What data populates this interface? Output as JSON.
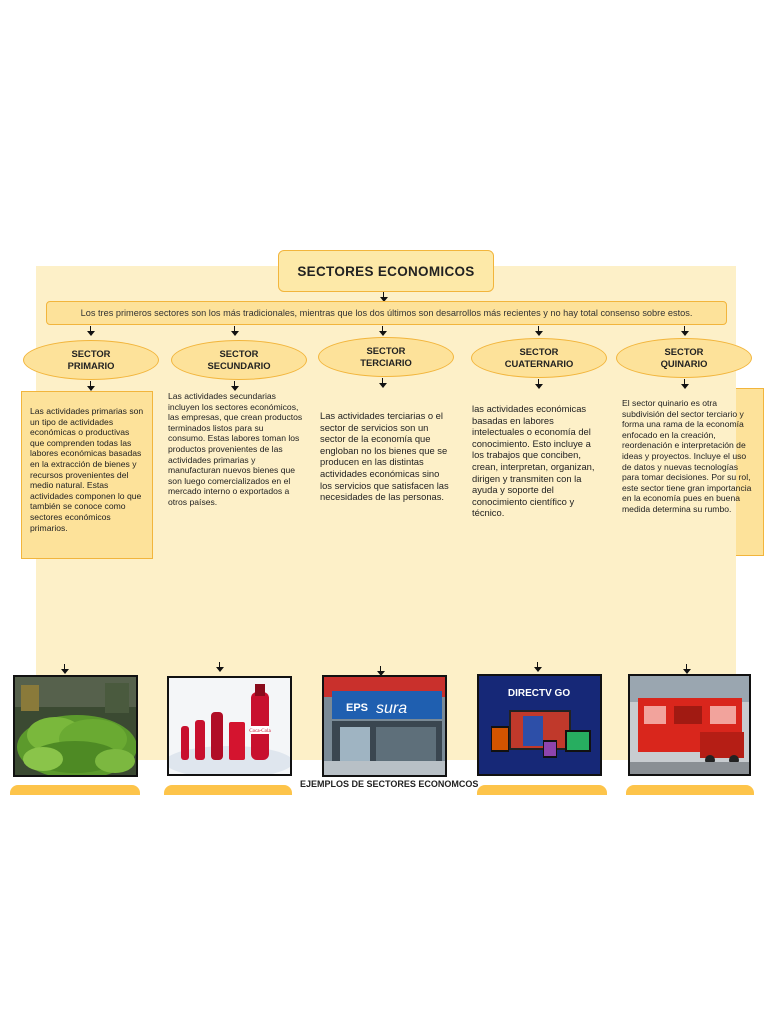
{
  "diagram": {
    "title": "SECTORES ECONOMICOS",
    "intro": "Los tres primeros sectores son los más tradicionales, mientras que los dos últimos son desarrollos más recientes y no hay total consenso sobre estos.",
    "sectors": [
      {
        "line1": "SECTOR",
        "line2": "PRIMARIO",
        "description": "Las actividades primarias son un tipo de actividades económicas o productivas que comprenden todas las labores económicas basadas en la extracción de bienes y recursos provenientes del medio natural. Estas actividades componen lo que también se conoce como sectores económicos primarios."
      },
      {
        "line1": "SECTOR",
        "line2": "SECUNDARIO",
        "description": "Las actividades secundarias incluyen los sectores económicos, las empresas, que crean productos terminados listos para su consumo. Estas labores toman los productos provenientes de las actividades primarias y manufacturan nuevos bienes que son luego comercializados en el mercado interno o exportados a otros países."
      },
      {
        "line1": "SECTOR",
        "line2": "TERCIARIO",
        "description": "Las actividades terciarias o el sector de servicios son un sector de la economía que engloban no los bienes que se producen en las distintas actividades económicas sino los servicios que satisfacen las necesidades de las personas."
      },
      {
        "line1": "SECTOR",
        "line2": "CUATERNARIO",
        "description": "las actividades económicas basadas en labores intelectuales o economía del conocimiento. Esto incluye a los trabajos que conciben, crean, interpretan, organizan, dirigen y transmiten con la ayuda y soporte del conocimiento científico y técnico."
      },
      {
        "line1": "SECTOR",
        "line2": "QUINARIO",
        "description": "El sector quinario es otra subdivisión del sector terciario y forma una rama de la economía enfocado en la creación, reordenación e interpretación de ideas y proyectos. Incluye el uso de datos y nuevas tecnologías para tomar decisiones. Por su rol, este sector tiene gran importancia en la economía pues en buena medida determina su rumbo."
      }
    ],
    "examples_caption": "EJEMPLOS DE SECTORES ECONOMCOS",
    "photo_texts": {
      "eps": "EPS",
      "sura": "sura",
      "directv": "DIRECTV GO",
      "coca": "Coca-Cola"
    },
    "colors": {
      "panel": "#fdf0c8",
      "box": "#fde29a",
      "border": "#f2b53c",
      "tab": "#fdc44a"
    }
  }
}
